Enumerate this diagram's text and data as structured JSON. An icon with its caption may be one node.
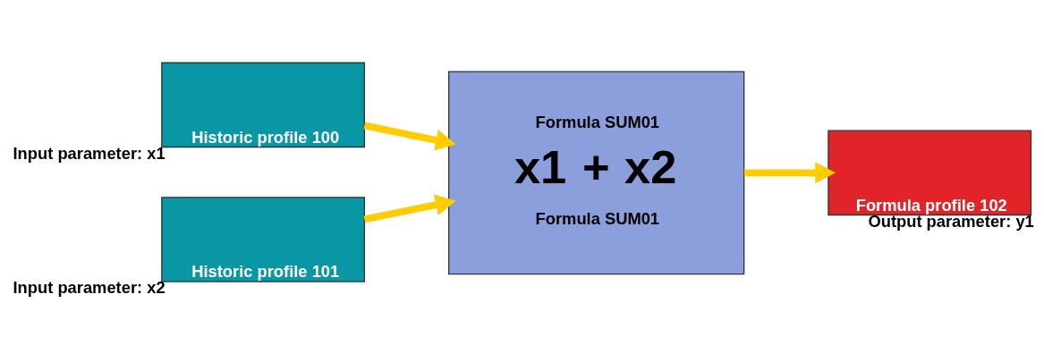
{
  "diagram": {
    "nodes": [
      {
        "text": [
          "Historic profile 100"
        ],
        "beside": [
          "Input parameter: x1"
        ]
      },
      {
        "text": [
          "Historic profile 101"
        ],
        "beside": [
          "Input parameter: x2"
        ]
      },
      {
        "text": [
          "Formula SUM01",
          "x1",
          "+",
          "x2",
          "Formula SUM01"
        ]
      },
      {
        "text": [
          "Formula profile 102"
        ],
        "beside": [
          "Output parameter: y1"
        ]
      }
    ],
    "edges": [
      {
        "from": 0,
        "to": 2,
        "arrow": "to"
      },
      {
        "from": 1,
        "to": 2,
        "arrow": "to"
      },
      {
        "from": 2,
        "to": 3,
        "arrow": "to"
      }
    ]
  }
}
